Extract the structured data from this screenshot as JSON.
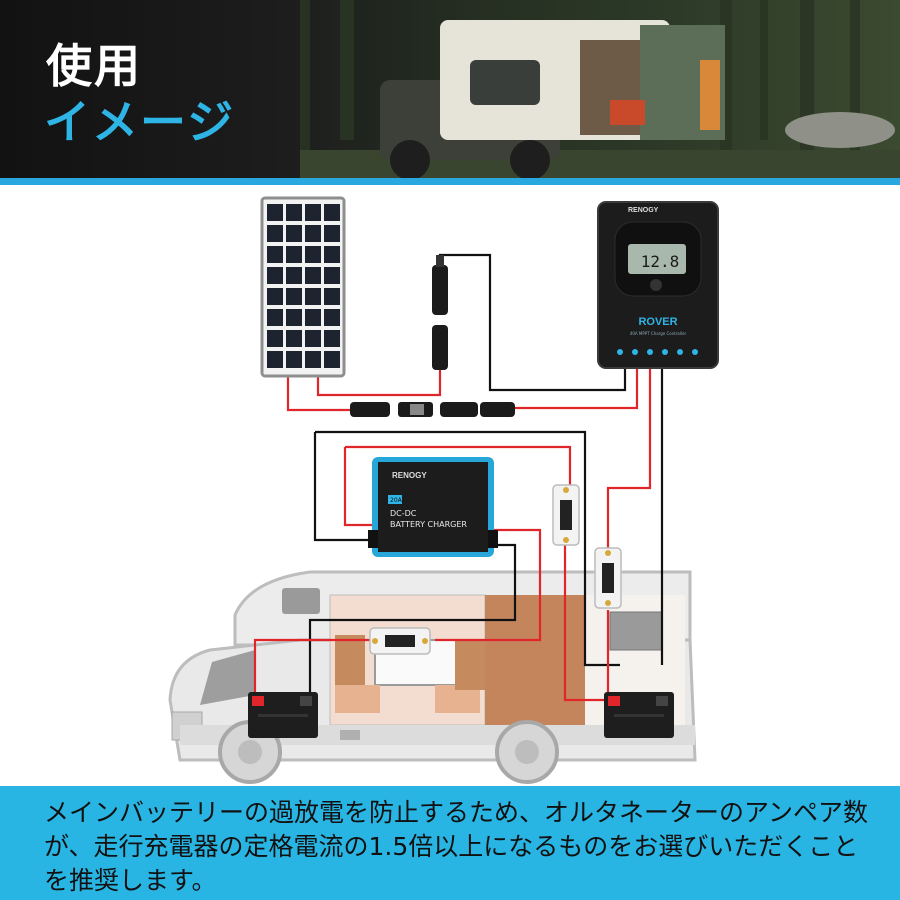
{
  "header": {
    "title_line1": "使用",
    "title_line2": "イメージ",
    "accent_color": "#29a8df"
  },
  "components": {
    "solar_panel": {
      "icon": "solar-panel-icon"
    },
    "charge_controller": {
      "brand": "RENOGY",
      "lcd_value": "12.8",
      "model": "ROVER",
      "subtitle": "40A MPPT Charge Controller"
    },
    "dc_dc_charger": {
      "brand": "RENOGY",
      "badge": "20A",
      "line1": "DC-DC",
      "line2": "BATTERY CHARGER"
    },
    "fuses": [
      {
        "icon": "fuse-icon"
      },
      {
        "icon": "fuse-icon"
      },
      {
        "icon": "fuse-icon"
      }
    ],
    "batteries": [
      {
        "icon": "battery-icon"
      },
      {
        "icon": "battery-icon"
      }
    ],
    "wire_colors": {
      "positive": "#e0262a",
      "negative": "#111111"
    }
  },
  "footer": {
    "description": "メインバッテリーの過放電を防止するため、オルタネーターのアンペア数が、走行充電器の定格電流の1.5倍以上になるものをお選びいただくことを推奨します。",
    "background": "#29b5e3"
  }
}
